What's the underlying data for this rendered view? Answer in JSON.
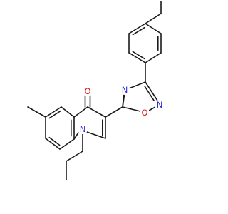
{
  "molecule": {
    "atoms": {
      "ring_oxygen": {
        "symbol": "O"
      },
      "ring_n_right": {
        "symbol": "N"
      },
      "ring_n_left": {
        "symbol": "N"
      },
      "carbonyl_oxygen": {
        "symbol": "O"
      },
      "quinoline_nitrogen": {
        "symbol": "N"
      }
    },
    "colors": {
      "bond": "#1a1a1a",
      "nitrogen": "#2b2bd6",
      "oxygen": "#e01010",
      "background": "#ffffff"
    }
  }
}
